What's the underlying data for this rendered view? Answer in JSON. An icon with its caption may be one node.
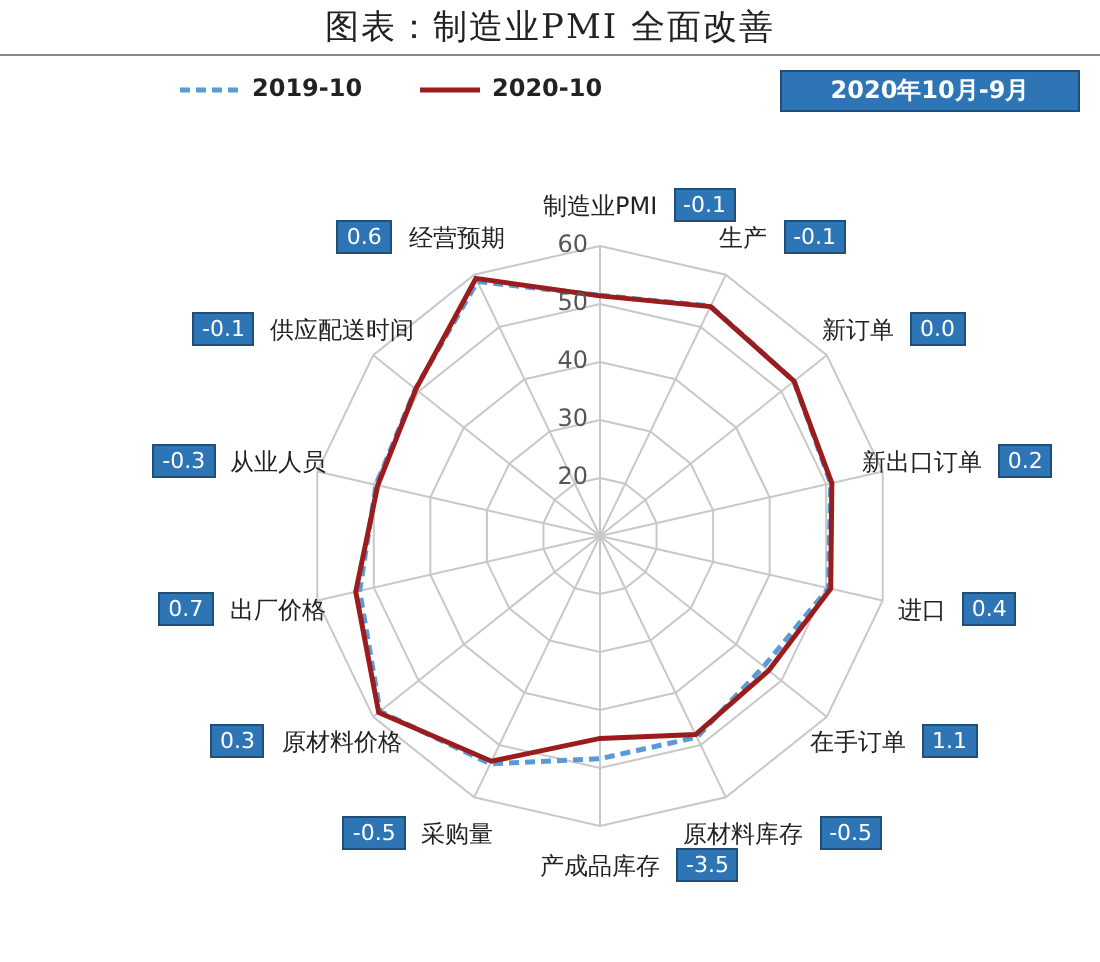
{
  "diagram": {
    "title": "图表：制造业PMI 全面改善",
    "labels": [
      "2020年10月-9月",
      "制造业PMI",
      "-0.1",
      "生产",
      "-0.1",
      "新订单",
      "0.0",
      "新出口订单",
      "0.2",
      "进口",
      "0.4",
      "在手订单",
      "1.1",
      "原材料库存",
      "-0.5",
      "产成品库存",
      "-3.5",
      "采购量",
      "-0.5",
      "原材料价格",
      "0.3",
      "出厂价格",
      "0.7",
      "从业人员",
      "-0.3",
      "供应配送时间",
      "-0.1",
      "经营预期",
      "0.6",
      "20",
      "30",
      "40",
      "50",
      "60"
    ],
    "legend": [
      {
        "text": "2019-10"
      },
      {
        "text": "2020-10"
      }
    ]
  }
}
